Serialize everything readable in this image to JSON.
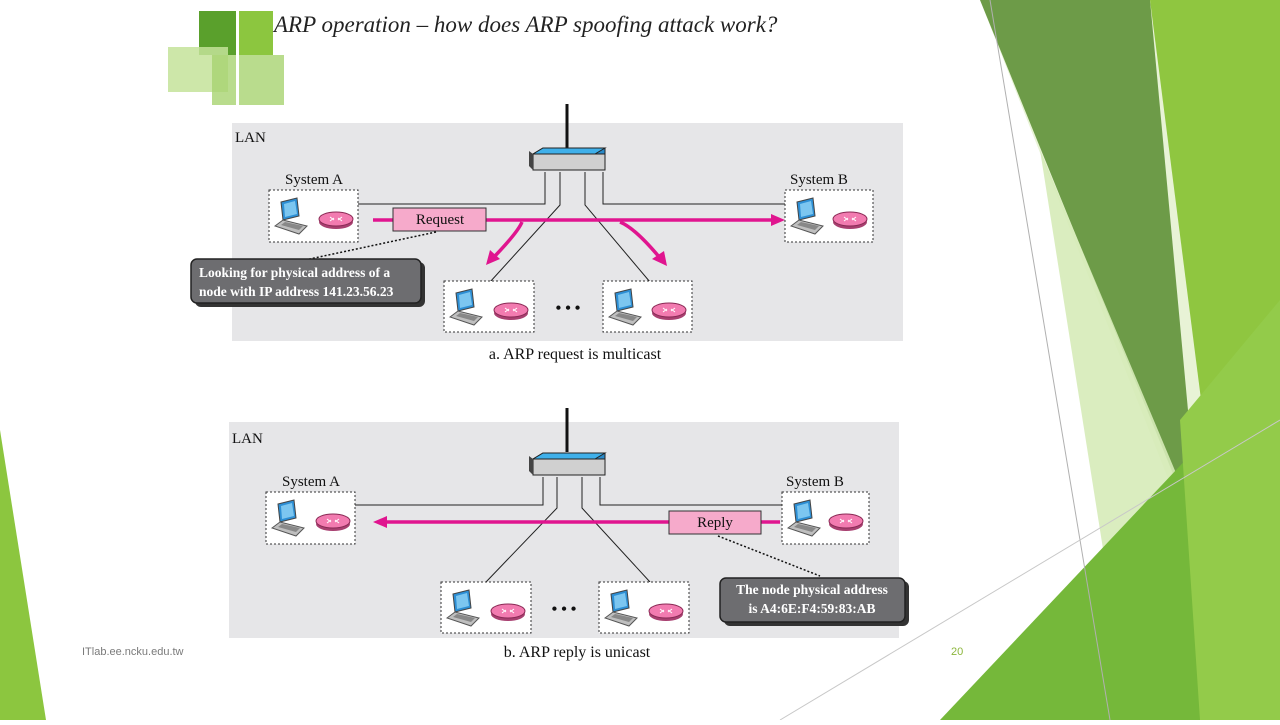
{
  "slide": {
    "title": "ARP operation – how does ARP spoofing attack work?",
    "footer_site": "ITlab.ee.ncku.edu.tw",
    "page_number": "20"
  },
  "diagram_a": {
    "lan_label": "LAN",
    "system_a": "System A",
    "system_b": "System B",
    "packet": "Request",
    "callout_line1": "Looking for physical address of a",
    "callout_line2": "node with IP address 141.23.56.23",
    "dots": "• • •",
    "caption": "a. ARP request is multicast"
  },
  "diagram_b": {
    "lan_label": "LAN",
    "system_a": "System A",
    "system_b": "System B",
    "packet": "Reply",
    "callout_line1": "The node physical address",
    "callout_line2": "is A4:6E:F4:59:83:AB",
    "dots": "• • •",
    "caption": "b. ARP reply is unicast"
  },
  "colors": {
    "accent_green": "#8cc63f",
    "dark_green": "#5a9a2e",
    "magenta": "#e0158f",
    "packet_pink": "#f6aacb",
    "lan_gray": "#e6e6e8",
    "switch_blue": "#3aa7e0"
  },
  "icons": [
    "laptop-icon",
    "router-icon",
    "switch-icon"
  ]
}
